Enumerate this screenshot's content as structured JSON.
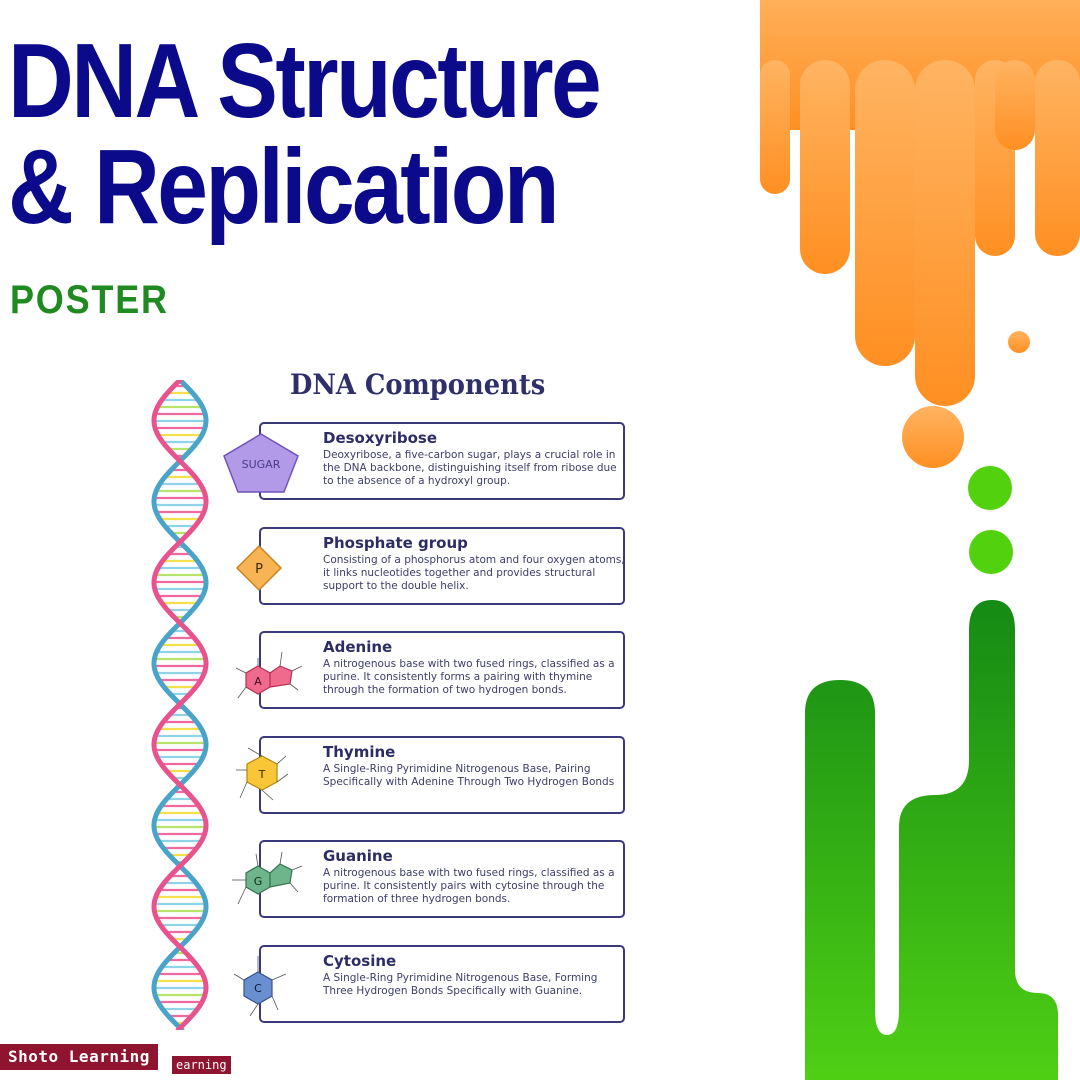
{
  "poster": {
    "title_line1": "DNA Structure",
    "title_line2": "& Replication",
    "subtitle": "POSTER"
  },
  "components": {
    "heading": "DNA Components",
    "items": [
      {
        "name": "Desoxyribose",
        "badge_label": "SUGAR",
        "icon": "sugar-pentagon-icon",
        "description": "Deoxyribose, a five-carbon sugar, plays a crucial role in the DNA backbone, distinguishing itself from ribose due to the absence of a hydroxyl group."
      },
      {
        "name": "Phosphate group",
        "badge_label": "P",
        "icon": "phosphate-diamond-icon",
        "description": "Consisting of a phosphorus atom and four oxygen atoms, it links nucleotides together and provides structural support to the double helix."
      },
      {
        "name": "Adenine",
        "badge_label": "A",
        "icon": "adenine-molecule-icon",
        "description": "A nitrogenous base with two fused rings, classified as a purine. It consistently forms a pairing with thymine through the formation of two hydrogen bonds."
      },
      {
        "name": "Thymine",
        "badge_label": "T",
        "icon": "thymine-molecule-icon",
        "description": "A Single-Ring Pyrimidine Nitrogenous Base, Pairing Specifically with Adenine Through Two Hydrogen Bonds"
      },
      {
        "name": "Guanine",
        "badge_label": "G",
        "icon": "guanine-molecule-icon",
        "description": "A nitrogenous base with two fused rings, classified as a purine. It consistently pairs with cytosine through the formation of three hydrogen bonds."
      },
      {
        "name": "Cytosine",
        "badge_label": "C",
        "icon": "cytosine-molecule-icon",
        "description": "A Single-Ring Pyrimidine Nitrogenous Base, Forming Three Hydrogen Bonds Specifically with Guanine."
      }
    ]
  },
  "watermark": {
    "label": "Shoto Learning",
    "label_partial": "earning"
  },
  "colors": {
    "title": "#0a0a8a",
    "subtitle": "#1f8a1f",
    "orange": "#ff9a33",
    "green": "#3cb21a",
    "helix_pink": "#e8538e",
    "helix_blue": "#4aa3c8",
    "card_border": "#3a3a7a"
  }
}
